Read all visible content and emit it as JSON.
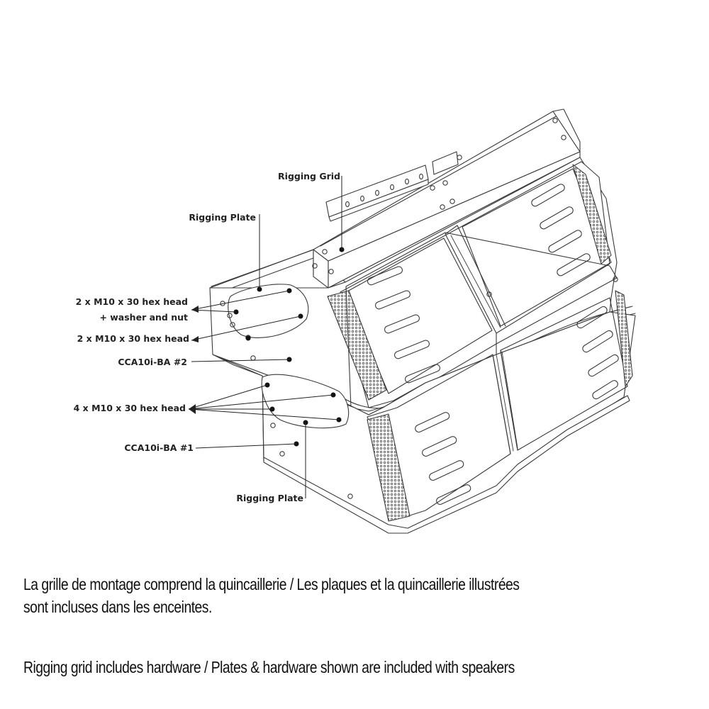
{
  "labels": {
    "rigging_grid": "Rigging Grid",
    "rigging_plate_top": "Rigging Plate",
    "bolts_washer_line1": "2 x M10 x 30  hex head",
    "bolts_washer_line2": "+ washer and nut",
    "bolts_hex_2": "2 x M10 x 30  hex head",
    "speaker_2": "CCA10i-BA #2",
    "bolts_hex_4": "4 x M10 x 30  hex head",
    "speaker_1": "CCA10i-BA #1",
    "rigging_plate_bottom": "Rigging Plate"
  },
  "captions": {
    "french_line1": "La grille de montage comprend la quincaillerie / Les plaques et la quincaillerie illustrées",
    "french_line2": "sont incluses dans les enceintes.",
    "english": "Rigging grid includes hardware /  Plates & hardware shown are included with speakers"
  },
  "colors": {
    "line": "#3a3a3a",
    "label": "#222222",
    "grille": "#6a6a6a"
  }
}
